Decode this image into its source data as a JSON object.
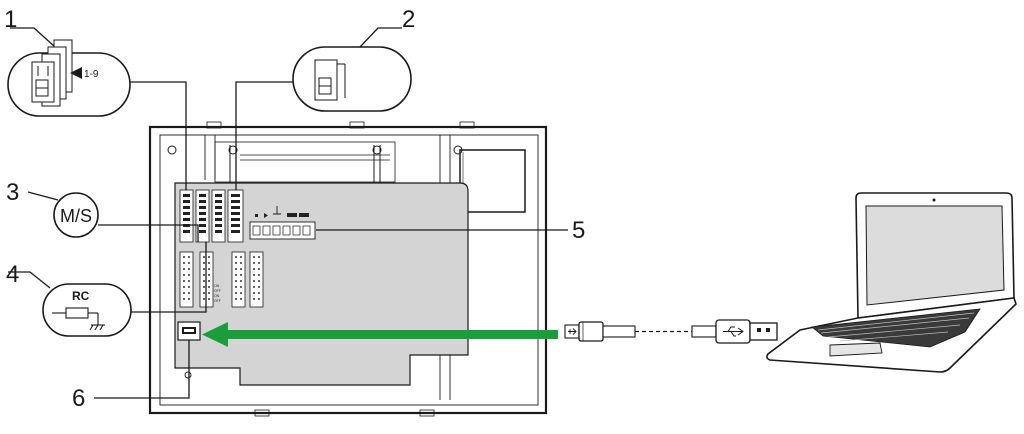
{
  "callouts": [
    {
      "id": "1",
      "label": "1"
    },
    {
      "id": "2",
      "label": "2"
    },
    {
      "id": "3",
      "label": "3"
    },
    {
      "id": "4",
      "label": "4"
    },
    {
      "id": "5",
      "label": "5"
    },
    {
      "id": "6",
      "label": "6"
    }
  ],
  "bubbles": {
    "dip_multi_range": "1-9",
    "master_slave": "M/S",
    "rc": "RC"
  },
  "board": {
    "switch_labels": [
      "ON",
      "OFF",
      "ON",
      "OFF"
    ]
  },
  "colors": {
    "arrow": "#1a9e3c",
    "board": "#d4d4d4",
    "line": "#1a1a1a"
  },
  "icons": [
    "dip-switch-icon",
    "usb-cable-icon",
    "laptop-icon",
    "resistor-ground-icon"
  ]
}
